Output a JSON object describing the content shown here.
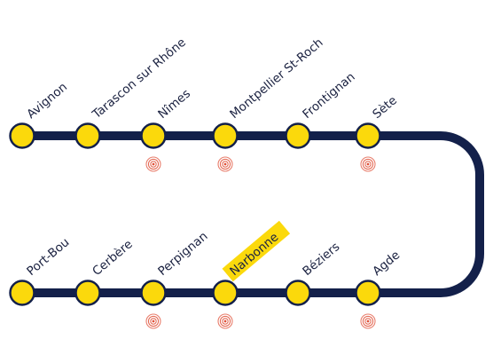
{
  "line": {
    "track_color": "#13204a",
    "stop_color": "#fbd90c",
    "highlight_color": "#fbd90c",
    "connection_color": "#e0523a",
    "top_row": [
      {
        "name": "Avignon",
        "connection": false
      },
      {
        "name": "Tarascon sur Rhône",
        "connection": false
      },
      {
        "name": "Nîmes",
        "connection": true
      },
      {
        "name": "Montpellier St-Roch",
        "connection": true
      },
      {
        "name": "Frontignan",
        "connection": false
      },
      {
        "name": "Sète",
        "connection": true
      }
    ],
    "bottom_row": [
      {
        "name": "Port-Bou",
        "connection": false
      },
      {
        "name": "Cerbère",
        "connection": false
      },
      {
        "name": "Perpignan",
        "connection": true
      },
      {
        "name": "Narbonne",
        "connection": true,
        "highlighted": true
      },
      {
        "name": "Béziers",
        "connection": false
      },
      {
        "name": "Agde",
        "connection": true
      }
    ]
  }
}
